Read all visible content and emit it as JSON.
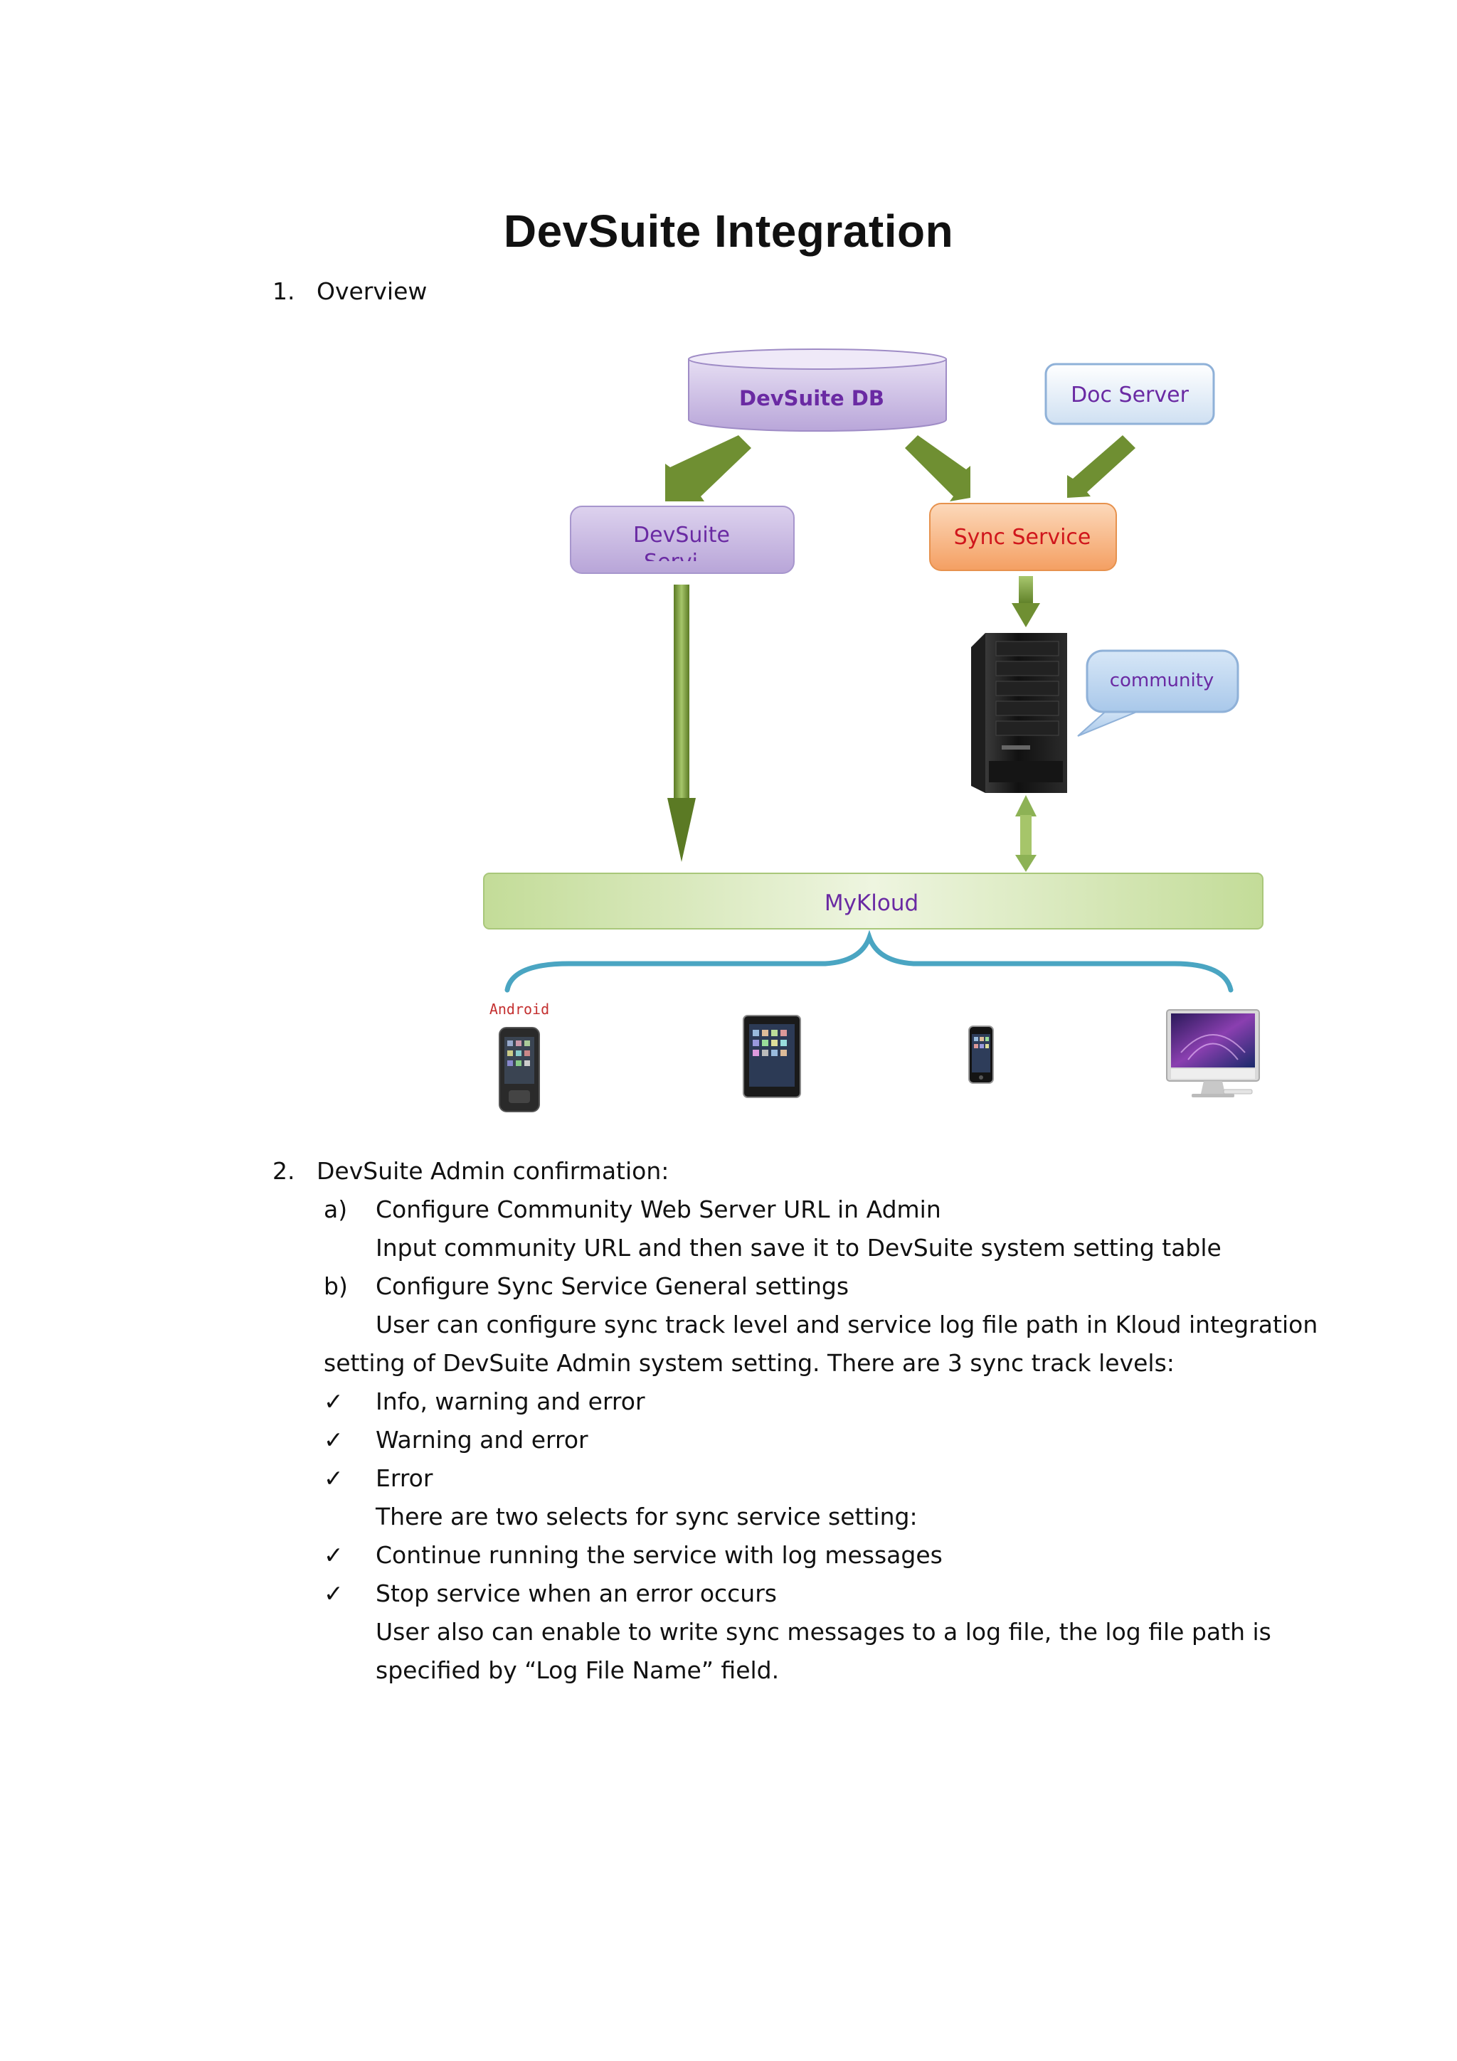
{
  "title": "DevSuite Integration",
  "section1": {
    "number": "1.",
    "label": "Overview"
  },
  "diagram": {
    "devsuite_db": "DevSuite DB",
    "doc_server": "Doc Server",
    "devsuite_service": "DevSuite",
    "devsuite_service_cut": "Servi…",
    "sync_service": "Sync Service",
    "community": "community",
    "mykloud": "MyKloud",
    "android_label": "Android",
    "colors": {
      "db": "#c9b8e0",
      "purple_text": "#6a2aa3",
      "sync": "#f7b17a",
      "sync_text": "#d0161c",
      "arrow": "#6f8f32",
      "mykloud": "#d4e6b0",
      "brace": "#4aa5c2"
    }
  },
  "section2": {
    "number": "2.",
    "label": "DevSuite Admin confirmation:",
    "a_marker": "a)",
    "a_title": "Configure Community Web Server URL in Admin",
    "a_text": "Input community URL and then save it to DevSuite system setting table",
    "b_marker": "b)",
    "b_title": "Configure Sync Service General settings",
    "b_text1": "User can configure sync track level and service log file path in Kloud integration",
    "b_text2": "setting of DevSuite Admin system setting. There are 3 sync track levels:",
    "check_mark": "✓",
    "levels": [
      "Info, warning and error",
      "Warning and error",
      "Error"
    ],
    "selects_intro": "There are two selects for sync service setting:",
    "selects": [
      "Continue running the service with log messages",
      "Stop service when an error occurs"
    ],
    "log_text1": "User also can enable to write sync messages to a log file, the log file path is",
    "log_text2": "specified by “Log File Name” field."
  }
}
